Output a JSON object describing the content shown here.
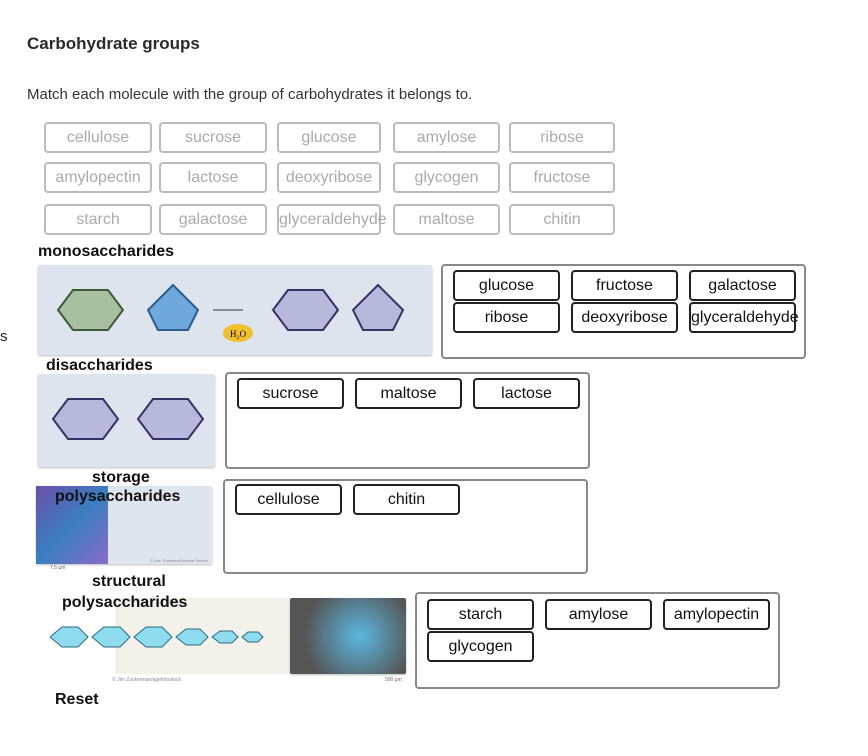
{
  "title": "Carbohydrate groups",
  "instructions": "Match each molecule with the group of carbohydrates it belongs to.",
  "word_bank": [
    "cellulose",
    "sucrose",
    "glucose",
    "amylose",
    "ribose",
    "amylopectin",
    "lactose",
    "deoxyribose",
    "glycogen",
    "fructose",
    "starch",
    "galactose",
    "glyceraldehyde",
    "maltose",
    "chitin"
  ],
  "stray_text": "s",
  "groups": {
    "mono": {
      "label": "monosaccharides",
      "tokens": [
        "glucose",
        "fructose",
        "galactose",
        "ribose",
        "deoxyribose",
        "glyceraldehyde"
      ],
      "image_text": "H₂O"
    },
    "di": {
      "label": "disaccharides",
      "tokens": [
        "sucrose",
        "maltose",
        "lactose"
      ]
    },
    "storage": {
      "label1": "storage",
      "label2": "polysaccharides",
      "tokens": [
        "cellulose",
        "chitin"
      ],
      "credit": "© Ase Thoresen/Science Source",
      "scale": "7.5 µm"
    },
    "structural": {
      "label1": "structural",
      "label2": "polysaccharides",
      "tokens": [
        "starch",
        "amylose",
        "amylopectin",
        "glycogen"
      ],
      "credit": "© Jim Zuckerman/agefotostock",
      "scale": "500 µm"
    }
  },
  "reset_label": "Reset"
}
